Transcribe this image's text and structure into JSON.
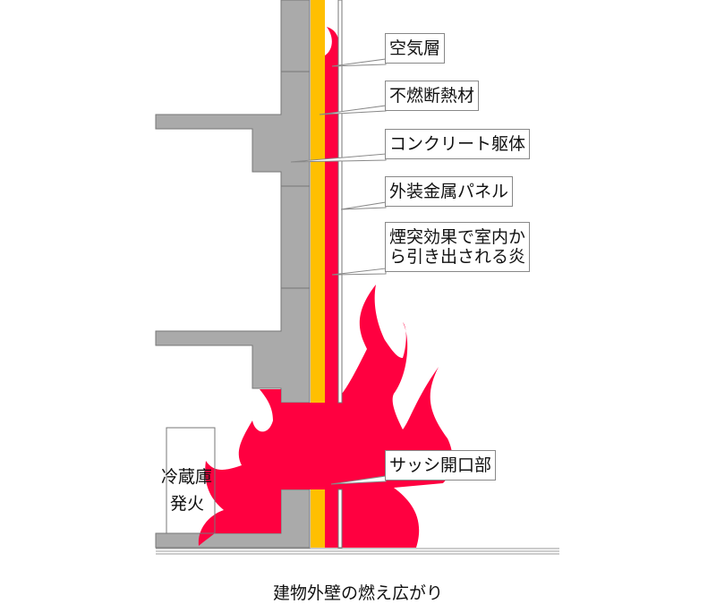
{
  "labels": {
    "air_layer": "空気層",
    "insulation": "不燃断熱材",
    "concrete": "コンクリート躯体",
    "metal_panel": "外装金属パネル",
    "flame_line1": "煙突効果で室内か",
    "flame_line2": "ら引き出される炎",
    "sash_opening": "サッシ開口部",
    "fridge_line1": "冷蔵庫",
    "fridge_line2": "発火"
  },
  "caption": "建物外壁の燃え広がり",
  "colors": {
    "concrete": "#aaaaaa",
    "insulation": "#ffbf00",
    "flame": "#ff0040"
  }
}
